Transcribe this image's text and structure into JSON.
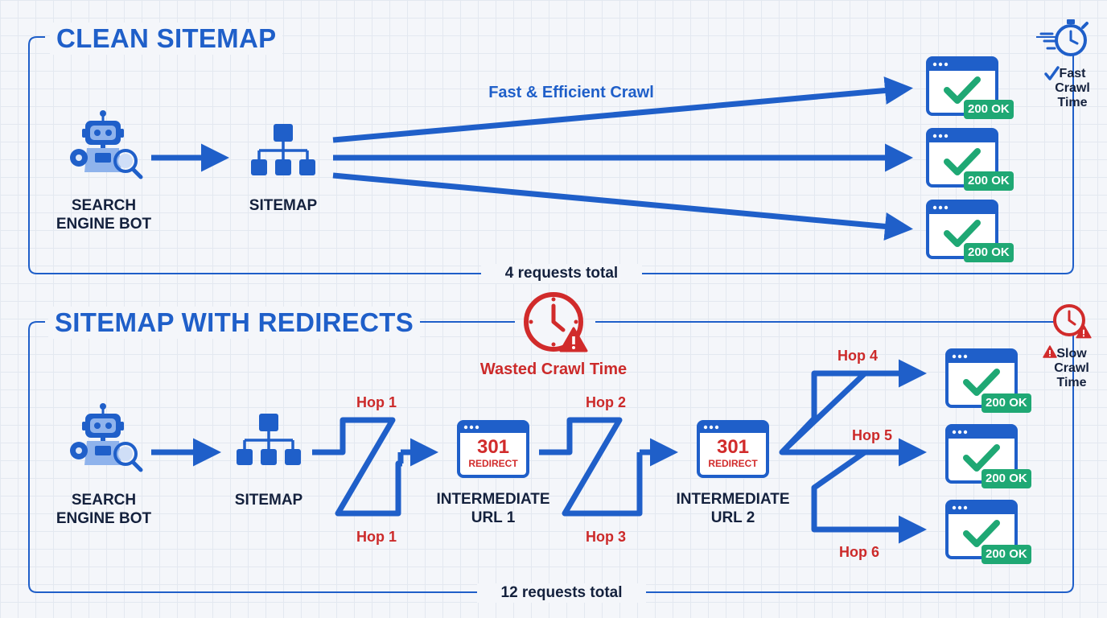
{
  "clean_section": {
    "title": "CLEAN SITEMAP",
    "caption": "Fast & Efficient Crawl",
    "bot_label_line1": "SEARCH",
    "bot_label_line2": "ENGINE BOT",
    "sitemap_label": "SITEMAP",
    "pages": [
      {
        "status": "200 OK"
      },
      {
        "status": "200 OK"
      },
      {
        "status": "200 OK"
      }
    ],
    "side_label": [
      "Fast",
      "Crawl",
      "Time"
    ],
    "total": "4 requests total"
  },
  "redirect_section": {
    "title": "SITEMAP WITH REDIRECTS",
    "warning_caption": "Wasted Crawl Time",
    "bot_label_line1": "SEARCH",
    "bot_label_line2": "ENGINE BOT",
    "sitemap_label": "SITEMAP",
    "hops": {
      "hop1_top": "Hop 1",
      "hop1_bottom": "Hop 1",
      "hop2": "Hop 2",
      "hop3": "Hop 3",
      "hop4": "Hop 4",
      "hop5": "Hop 5",
      "hop6": "Hop 6"
    },
    "intermediates": [
      {
        "code": "301",
        "word": "REDIRECT",
        "label_line1": "INTERMEDIATE",
        "label_line2": "URL 1"
      },
      {
        "code": "301",
        "word": "REDIRECT",
        "label_line1": "INTERMEDIATE",
        "label_line2": "URL 2"
      }
    ],
    "pages": [
      {
        "status": "200 OK"
      },
      {
        "status": "200 OK"
      },
      {
        "status": "200 OK"
      }
    ],
    "side_label": [
      "Slow",
      "Crawl",
      "Time"
    ],
    "total": "12 requests total"
  },
  "colors": {
    "accent_blue": "#1f5fc9",
    "warning_red": "#cc2a2a",
    "ok_green": "#1fa874",
    "ink": "#14213d"
  },
  "icons": [
    "robot-icon",
    "sitemap-icon",
    "browser-check-icon",
    "redirect-browser-icon",
    "stopwatch-icon",
    "clock-warning-icon",
    "checkmark-icon",
    "warning-triangle-icon"
  ]
}
